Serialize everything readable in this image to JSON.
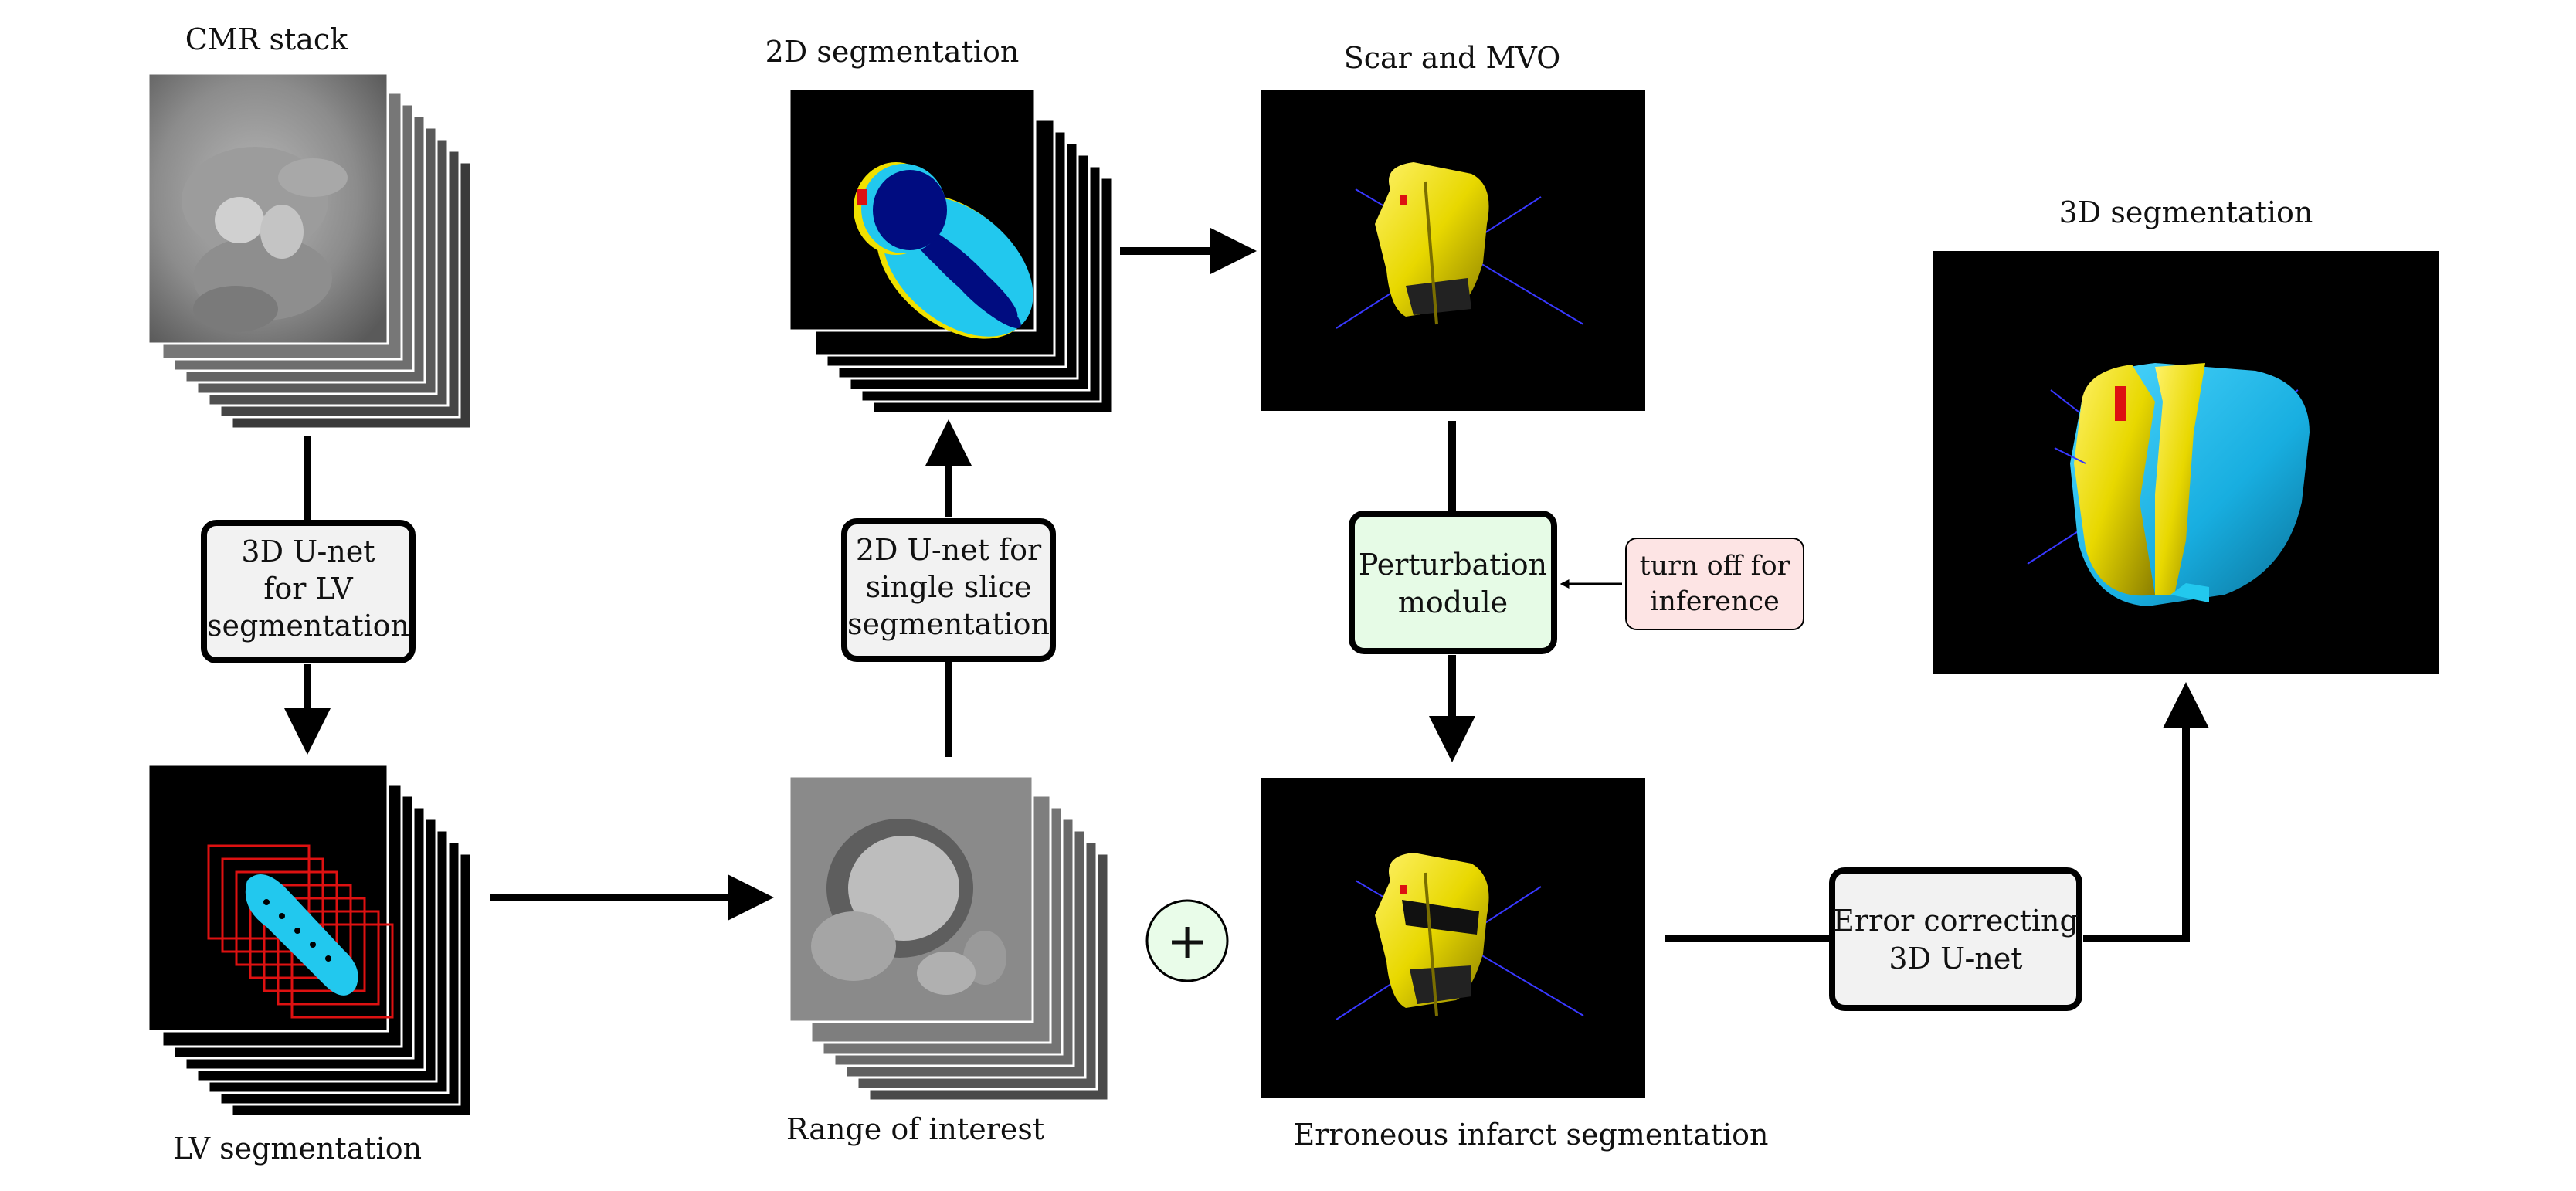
{
  "labels": {
    "cmr_stack": "CMR stack",
    "seg2d": "2D segmentation",
    "scar_mvo": "Scar and MVO",
    "seg3d": "3D segmentation",
    "lv_seg": "LV segmentation",
    "roi": "Range of interest",
    "erroneous": "Erroneous infarct segmentation"
  },
  "boxes": {
    "unet3d_lv": [
      "3D U-net",
      "for LV",
      "segmentation"
    ],
    "unet2d": [
      "2D U-net for",
      "single slice",
      "segmentation"
    ],
    "perturb": [
      "Perturbation",
      "module"
    ],
    "turnoff": [
      "turn off for",
      "inference"
    ],
    "errcorr": [
      "Error correcting",
      "3D U-net"
    ]
  },
  "symbols": {
    "plus": "+"
  },
  "colors": {
    "box_gray": "#f2f2f2",
    "box_green": "#e6fbe6",
    "box_pink": "#fde4e4",
    "myocardium": "#22c8ee",
    "scar": "#f0e000",
    "blood_pool": "#000c80",
    "roi_boxes": "#dd1111"
  }
}
